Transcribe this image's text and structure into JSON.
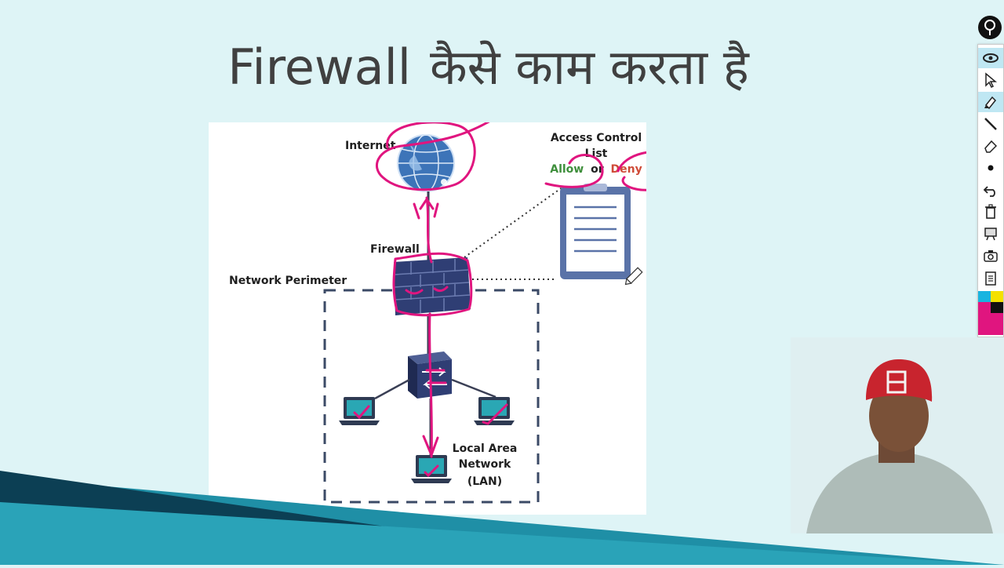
{
  "slide": {
    "title_en": "Firewall",
    "title_hi": "कैसे काम करता है"
  },
  "diagram": {
    "labels": {
      "internet": "Internet",
      "access_control_line1": "Access Control",
      "access_control_line2": "List",
      "allow": "Allow",
      "or": "or",
      "deny": "Deny",
      "firewall": "Firewall",
      "network_perimeter": "Network Perimeter",
      "lan_line1": "Local Area",
      "lan_line2": "Network",
      "lan_line3": "(LAN)"
    }
  },
  "toolbar": {
    "tools": [
      "pin-icon",
      "eye-icon",
      "pointer-icon",
      "highlighter-icon",
      "pen-icon",
      "eraser-icon",
      "dot-icon",
      "undo-icon",
      "trash-icon",
      "whiteboard-icon",
      "camera-icon",
      "clipboard-icon"
    ]
  },
  "colors": {
    "background": "#def4f6",
    "annotation": "#e0157f",
    "allow": "#3f8f3c",
    "deny": "#cf4b38",
    "device_blue": "#2f3e74",
    "dashed_border": "#3b4a66"
  }
}
